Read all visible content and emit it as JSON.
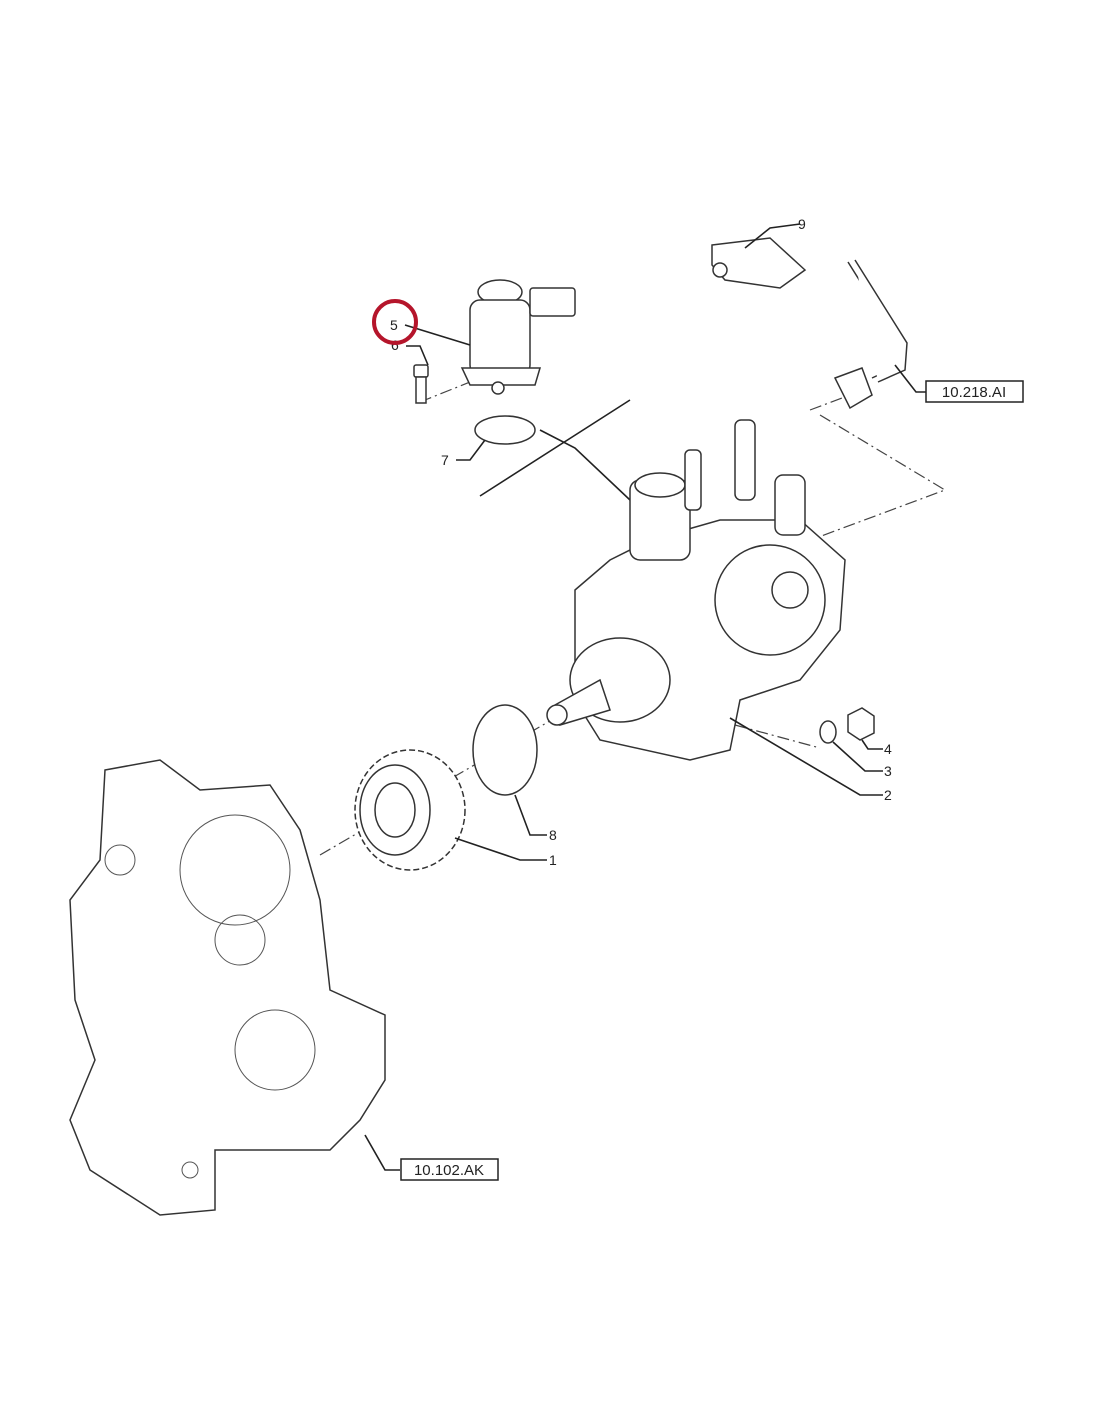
{
  "callouts": {
    "item1": "1",
    "item2": "2",
    "item3": "3",
    "item4": "4",
    "item5": "5",
    "item6": "6",
    "item7": "7",
    "item8": "8",
    "item9": "9"
  },
  "references": {
    "fuel_line": "10.218.AI",
    "housing": "10.102.AK"
  },
  "highlight_color": "#b5152b"
}
